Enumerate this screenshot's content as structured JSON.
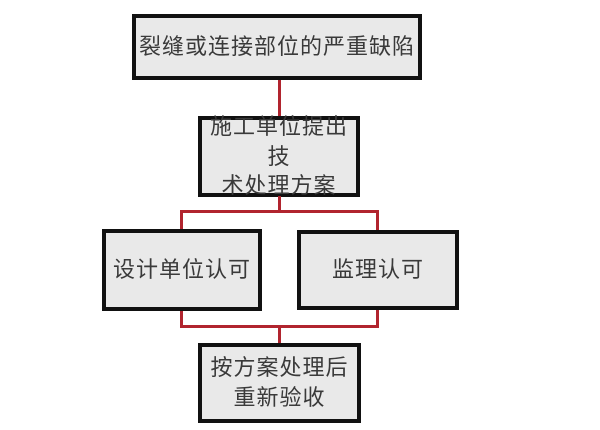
{
  "colors": {
    "background": "#ffffff",
    "node_fill": "#e9e9e9",
    "node_border": "#111111",
    "connector": "#b1242e",
    "text": "#3a3a3a"
  },
  "flowchart": {
    "type": "flowchart",
    "nodes": [
      {
        "id": "defect",
        "text": "裂缝或连接部位的严重缺陷",
        "lines": [
          "裂缝或连接部位的严重缺陷"
        ]
      },
      {
        "id": "proposal",
        "text": "施工单位提出技术处理方案",
        "lines": [
          "施工单位提出技",
          "术处理方案"
        ]
      },
      {
        "id": "design-approval",
        "text": "设计单位认可",
        "lines": [
          "设计单位认可"
        ]
      },
      {
        "id": "supervision-approval",
        "text": "监理认可",
        "lines": [
          "监理认可"
        ]
      },
      {
        "id": "reacceptance",
        "text": "按方案处理后重新验收",
        "lines": [
          "按方案处理后",
          "重新验收"
        ]
      }
    ],
    "edges": [
      {
        "from": "defect",
        "to": "proposal"
      },
      {
        "from": "proposal",
        "to": "design-approval"
      },
      {
        "from": "proposal",
        "to": "supervision-approval"
      },
      {
        "from": "design-approval",
        "to": "reacceptance"
      },
      {
        "from": "supervision-approval",
        "to": "reacceptance"
      }
    ]
  }
}
